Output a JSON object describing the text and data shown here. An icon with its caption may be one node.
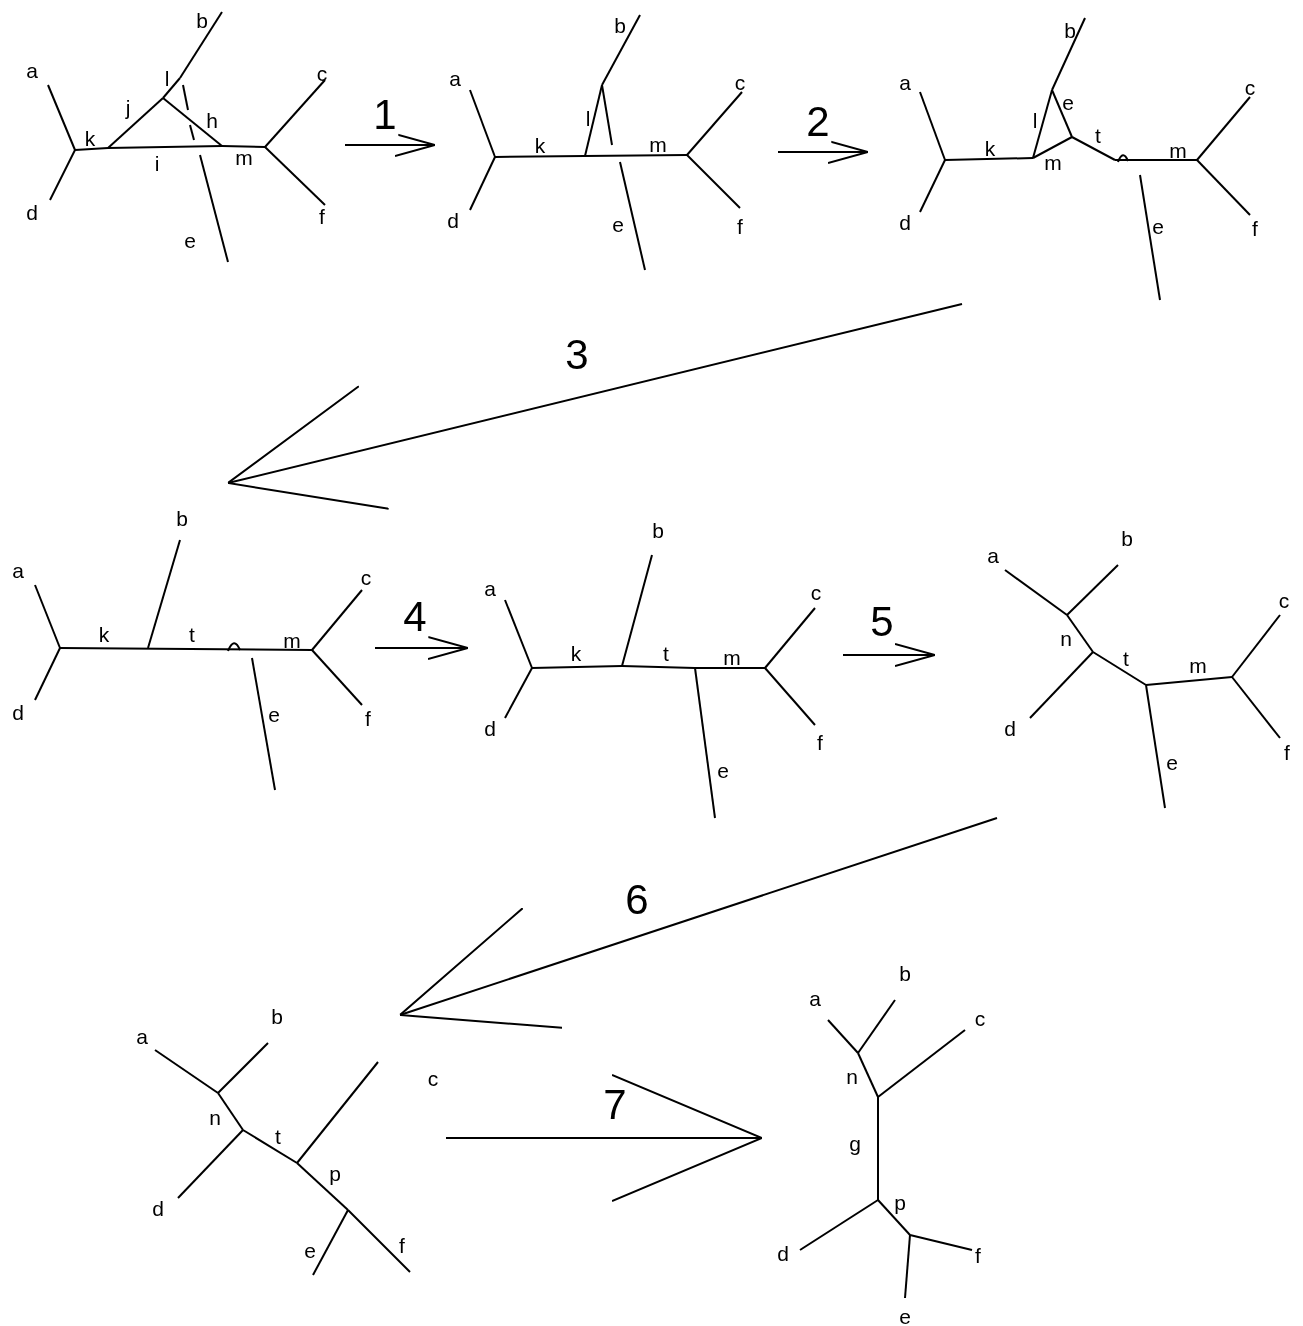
{
  "diagram": {
    "nodes": [
      {
        "text": [
          "b",
          "a",
          "l",
          "j",
          "h",
          "k",
          "c",
          "i",
          "m",
          "d",
          "f",
          "e"
        ]
      },
      {
        "text": [
          "b",
          "a",
          "c",
          "l",
          "k",
          "m",
          "d",
          "e",
          "f"
        ]
      },
      {
        "text": [
          "b",
          "a",
          "e",
          "c",
          "l",
          "t",
          "k",
          "m",
          "m",
          "d",
          "e",
          "f"
        ]
      },
      {
        "text": [
          "b",
          "a",
          "c",
          "k",
          "t",
          "m",
          "d",
          "e",
          "f"
        ]
      },
      {
        "text": [
          "b",
          "a",
          "c",
          "k",
          "t",
          "m",
          "d",
          "f",
          "e"
        ]
      },
      {
        "text": [
          "b",
          "a",
          "c",
          "n",
          "t",
          "m",
          "d",
          "f",
          "e"
        ]
      },
      {
        "text": [
          "b",
          "a",
          "n",
          "t",
          "c",
          "p",
          "d",
          "f",
          "e"
        ]
      },
      {
        "text": [
          "b",
          "a",
          "c",
          "n",
          "g",
          "p",
          "d",
          "f",
          "e"
        ]
      }
    ],
    "edges": [
      {
        "from": 0,
        "to": 1,
        "arrow": "to",
        "label": "1"
      },
      {
        "from": 1,
        "to": 2,
        "arrow": "to",
        "label": "2"
      },
      {
        "from": 2,
        "to": 3,
        "arrow": "to",
        "label": "3"
      },
      {
        "from": 3,
        "to": 4,
        "arrow": "to",
        "label": "4"
      },
      {
        "from": 4,
        "to": 5,
        "arrow": "to",
        "label": "5"
      },
      {
        "from": 5,
        "to": 6,
        "arrow": "to",
        "label": "6"
      },
      {
        "from": 6,
        "to": 7,
        "arrow": "to",
        "label": "7"
      }
    ]
  }
}
